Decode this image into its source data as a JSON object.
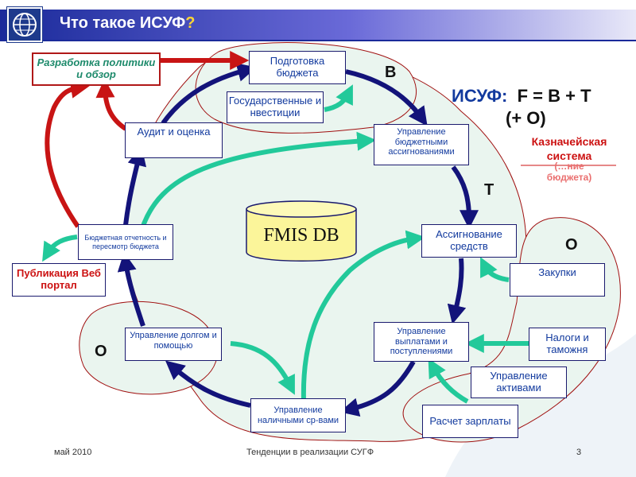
{
  "header": {
    "title": "Что такое ИСУФ",
    "title_mark": "?"
  },
  "formula": {
    "name": "ИСУФ:",
    "expr": "F = B + T",
    "expr2": "(+ O)"
  },
  "treasury": {
    "line1": "Казначейская",
    "line2": "система",
    "ghost1": "(…ние",
    "ghost2": "бюджета)"
  },
  "db": {
    "label": "FMIS DB"
  },
  "labels": {
    "b": "B",
    "t": "T",
    "o_right": "O",
    "o_left": "O"
  },
  "boxes": {
    "policy": "Разработка политики и обзор",
    "budget_prep": "Подготовка бюджета",
    "public_invest": "Государственные инвестиции",
    "audit": "Аудит и оценка",
    "appropriation_mgmt": "Управление бюджетными ассигнованиями",
    "reporting": "Бюджетная отчетность и пересмотр бюджета",
    "publication": "Публикация Веб портал",
    "allocation": "Ассигнование средств",
    "procurement": "Закупки",
    "debt": "Управление долгом и помощью",
    "payments": "Управление выплатами и поступлениями",
    "taxes": "Налоги и таможня",
    "assets": "Управление активами",
    "cash": "Управление наличными ср-вами",
    "payroll": "Расчет зарплаты"
  },
  "footer": {
    "date": "май 2010",
    "center": "Тенденции в реализации СУГФ",
    "page": "3"
  },
  "colors": {
    "cycle_arrow": "#13137a",
    "feed_arrow": "#22c99a",
    "policy_arrow": "#c81414",
    "blob_fill": "#eaf5ef",
    "blob_border": "#a01010"
  }
}
